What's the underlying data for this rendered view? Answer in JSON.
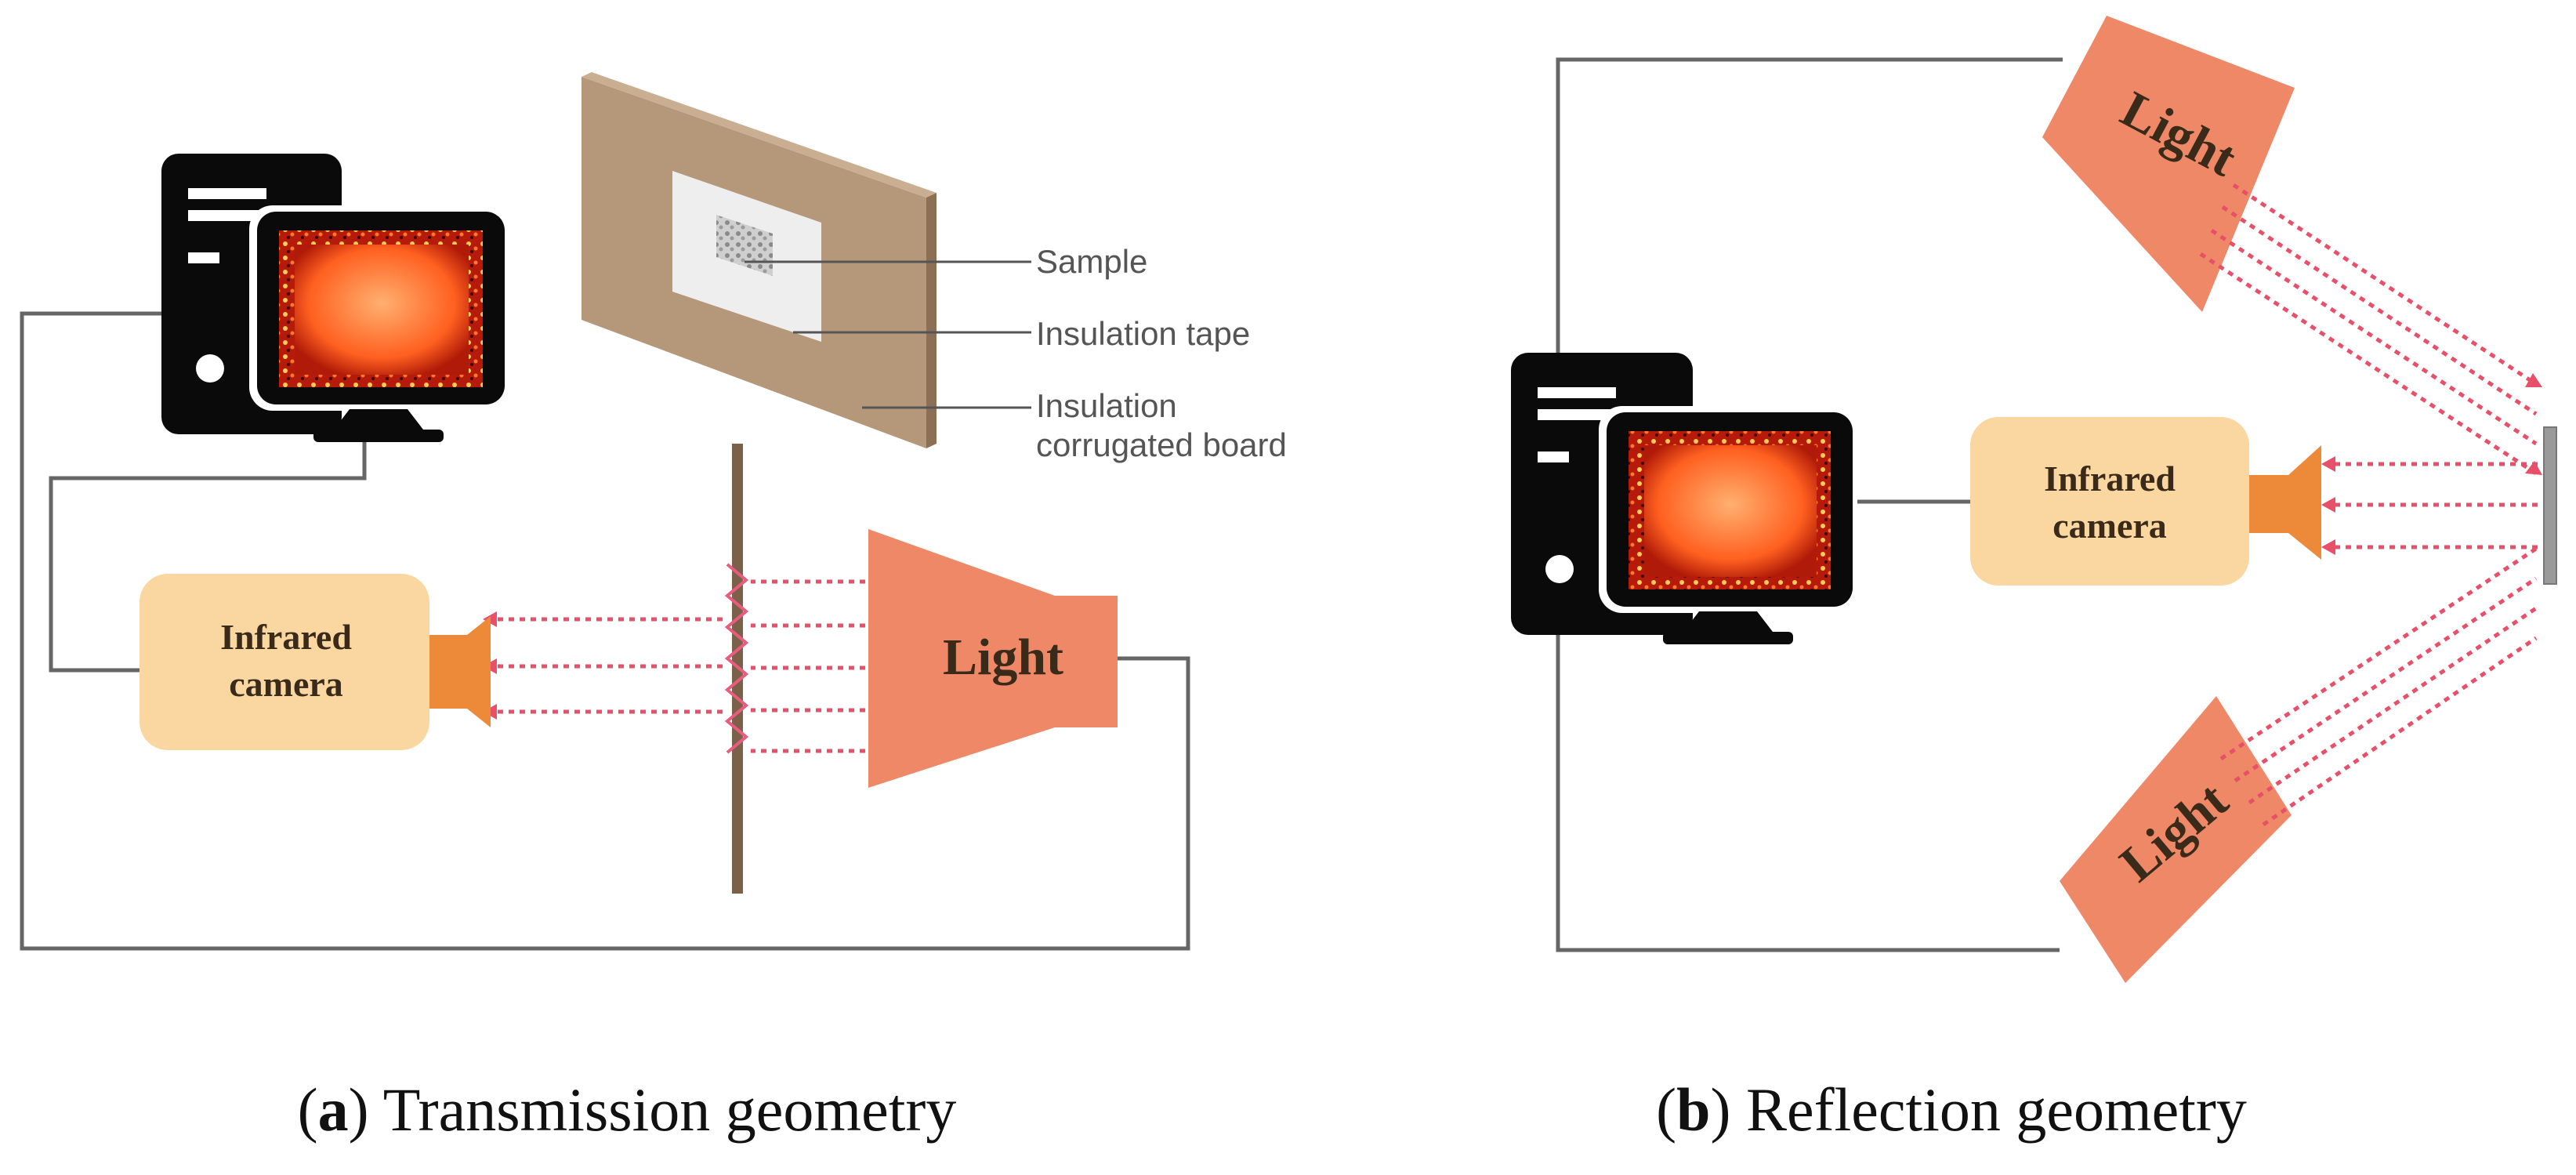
{
  "colors": {
    "light": "#ee8866",
    "camera_body": "#fad7a0",
    "camera_lens": "#ec8a3a",
    "wire": "#666666",
    "beam": "#e8506a",
    "board": "#b5977a",
    "tape": "#eeeeee",
    "post": "#7a6148",
    "monitor_screen": "#ff6a2a",
    "monitor_frame": "#0a0a0a"
  },
  "panel_a": {
    "caption_letter": "a",
    "caption_text": "Transmission geometry",
    "camera_line1": "Infrared",
    "camera_line2": "camera",
    "light_label": "Light",
    "label_sample": "Sample",
    "label_tape": "Insulation tape",
    "label_board_line1": "Insulation",
    "label_board_line2": "corrugated board"
  },
  "panel_b": {
    "caption_letter": "b",
    "caption_text": "Reflection geometry",
    "camera_line1": "Infrared",
    "camera_line2": "camera",
    "light_top_label": "Light",
    "light_bottom_label": "Light"
  }
}
